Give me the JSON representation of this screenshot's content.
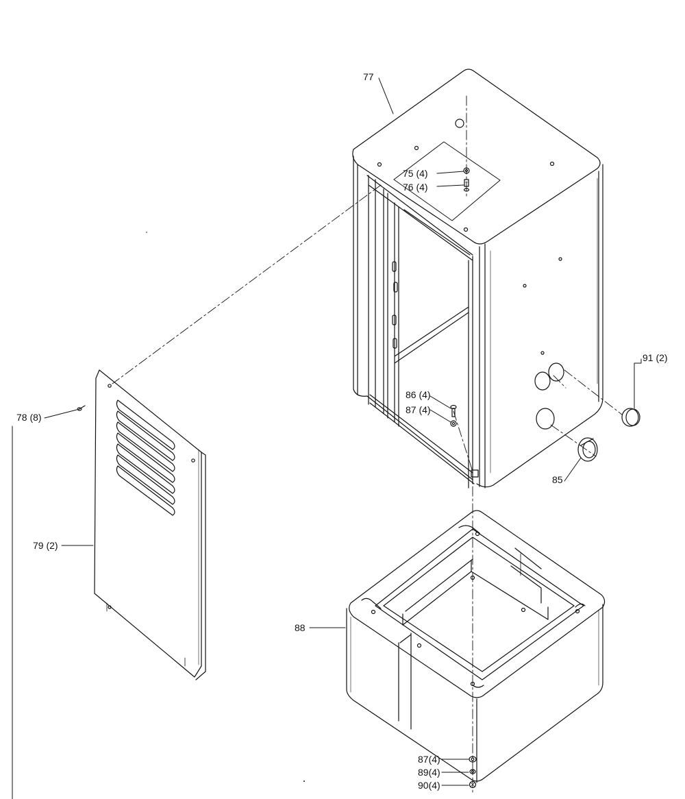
{
  "callouts": {
    "p77": "77",
    "p75": "75 (4)",
    "p76": "76 (4)",
    "p86": "86 (4)",
    "p87a": "87 (4)",
    "p91": "91 (2)",
    "p85": "85",
    "p78": "78 (8)",
    "p79": "79 (2)",
    "p88": "88",
    "p87b": "87(4)",
    "p89": "89(4)",
    "p90": "90(4)"
  },
  "colors": {
    "ink": "#111111",
    "paper": "#ffffff"
  }
}
